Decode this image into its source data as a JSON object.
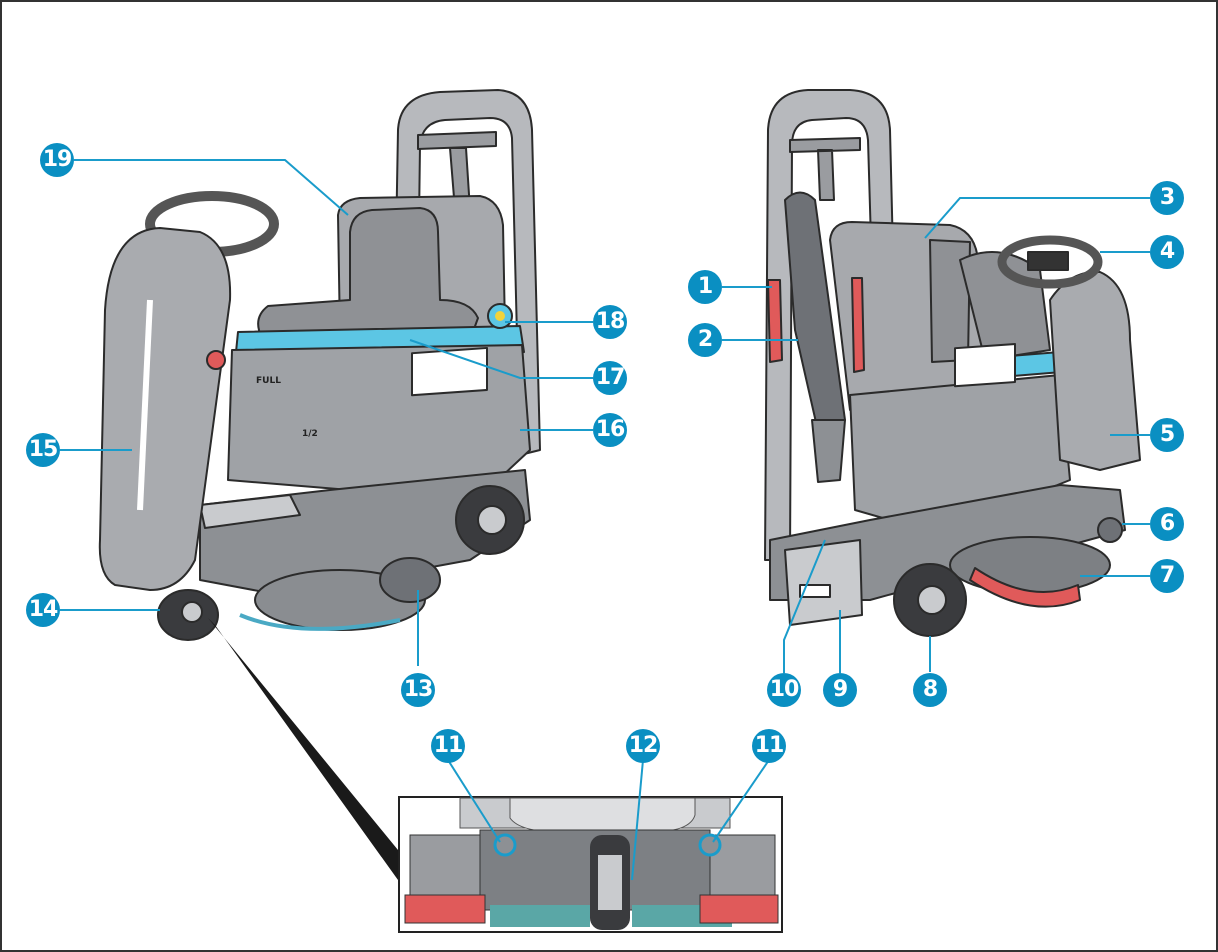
{
  "colors": {
    "callout": "#0a8fc2",
    "leader": "#1a9ccb",
    "body_grey": "#a4a6aa",
    "body_dark": "#6e7176",
    "accent_cyan": "#5cc6e4",
    "accent_red": "#e05a5a",
    "outline": "#2b2b2b"
  },
  "callouts": [
    {
      "id": "c1",
      "label": "1"
    },
    {
      "id": "c2",
      "label": "2"
    },
    {
      "id": "c3",
      "label": "3"
    },
    {
      "id": "c4",
      "label": "4"
    },
    {
      "id": "c5",
      "label": "5"
    },
    {
      "id": "c6",
      "label": "6"
    },
    {
      "id": "c7",
      "label": "7"
    },
    {
      "id": "c8",
      "label": "8"
    },
    {
      "id": "c9",
      "label": "9"
    },
    {
      "id": "c10",
      "label": "10"
    },
    {
      "id": "c11a",
      "label": "11"
    },
    {
      "id": "c11b",
      "label": "11"
    },
    {
      "id": "c12",
      "label": "12"
    },
    {
      "id": "c13",
      "label": "13"
    },
    {
      "id": "c14",
      "label": "14"
    },
    {
      "id": "c15",
      "label": "15"
    },
    {
      "id": "c16",
      "label": "16"
    },
    {
      "id": "c17",
      "label": "17"
    },
    {
      "id": "c18",
      "label": "18"
    },
    {
      "id": "c19",
      "label": "19"
    }
  ],
  "machine_labels": {
    "full": "FULL",
    "half": "1/2"
  }
}
